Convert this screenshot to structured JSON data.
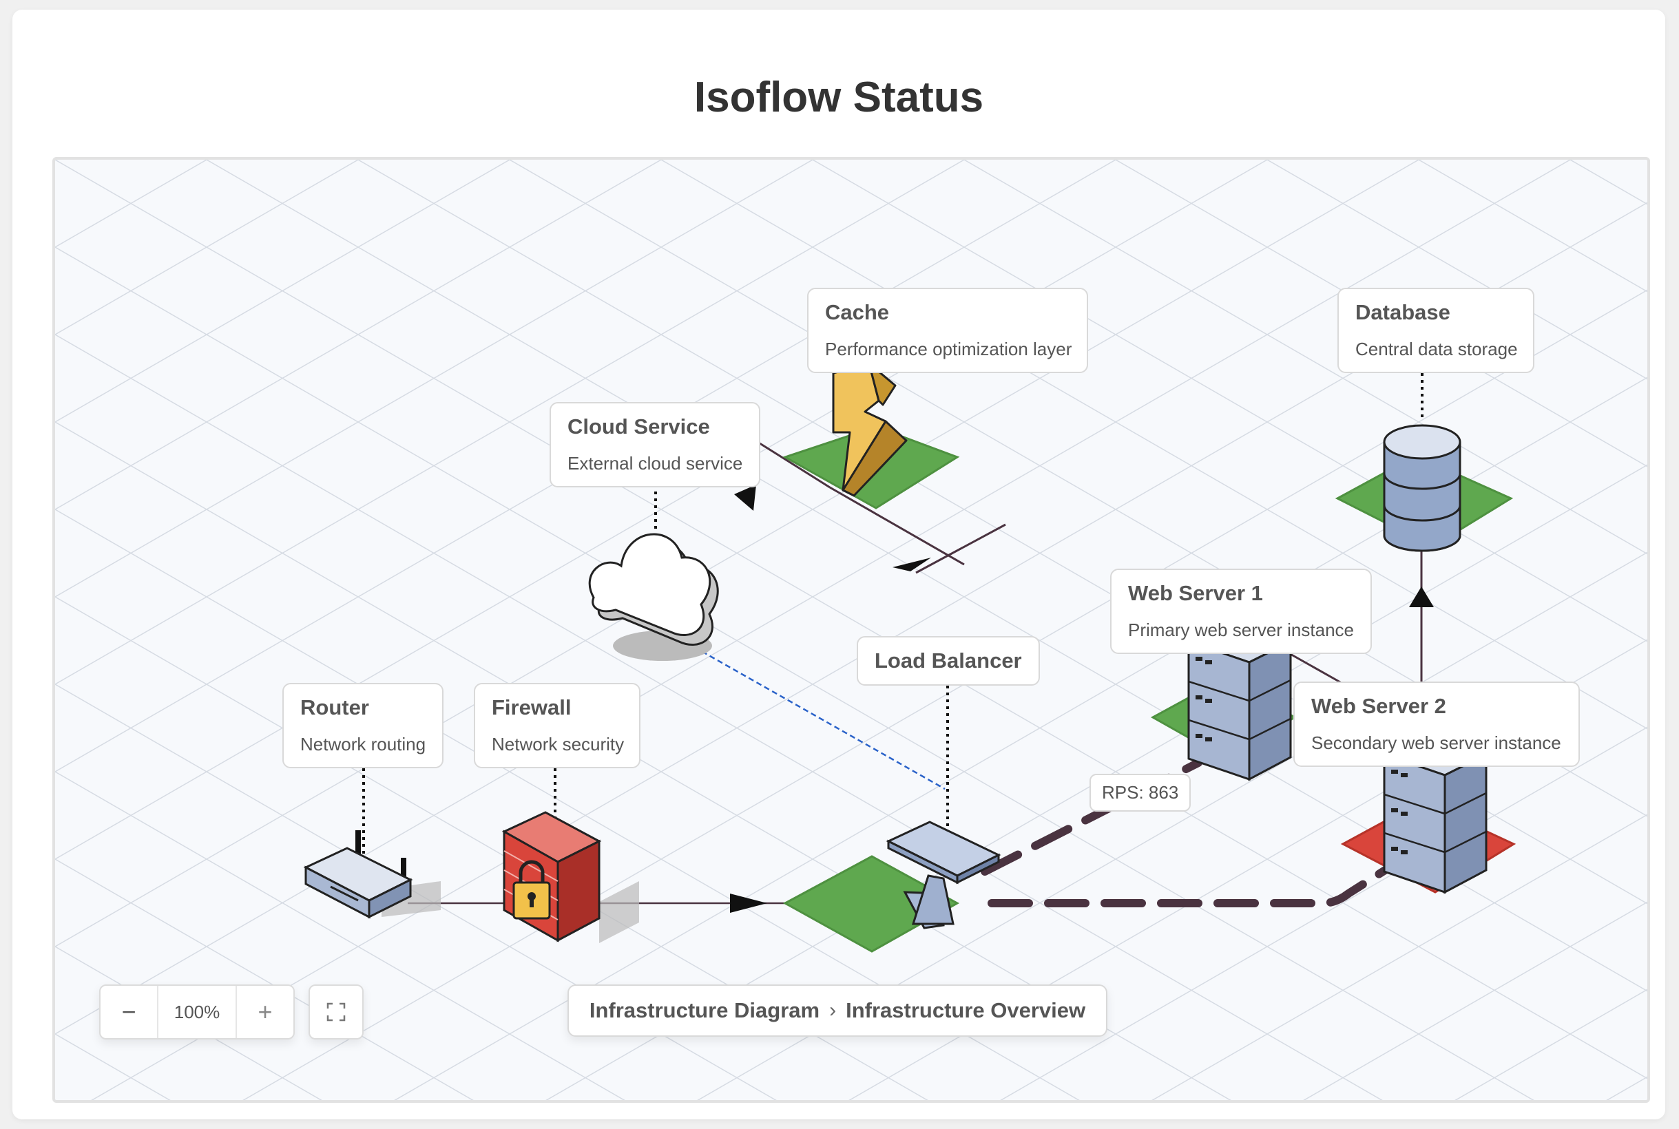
{
  "page": {
    "title": "Isoflow Status"
  },
  "nodes": {
    "cache": {
      "title": "Cache",
      "subtitle": "Performance optimization layer",
      "icon": "lightning-icon",
      "tile_color": "#5fa84f"
    },
    "database": {
      "title": "Database",
      "subtitle": "Central data storage",
      "icon": "database-icon",
      "tile_color": "#5fa84f"
    },
    "cloud": {
      "title": "Cloud Service",
      "subtitle": "External cloud service",
      "icon": "cloud-icon"
    },
    "web1": {
      "title": "Web Server 1",
      "subtitle": "Primary web server instance",
      "icon": "server-icon",
      "tile_color": "#5fa84f"
    },
    "web2": {
      "title": "Web Server 2",
      "subtitle": "Secondary web server instance",
      "icon": "server-icon",
      "tile_color": "#d9453b"
    },
    "load_balancer": {
      "title": "Load Balancer",
      "icon": "load-balancer-icon",
      "tile_color": "#5fa84f"
    },
    "router": {
      "title": "Router",
      "subtitle": "Network routing",
      "icon": "router-icon"
    },
    "firewall": {
      "title": "Firewall",
      "subtitle": "Network security",
      "icon": "firewall-icon"
    }
  },
  "connections": {
    "rps_label": "RPS: 863"
  },
  "controls": {
    "zoom_out": "−",
    "zoom_level": "100%",
    "zoom_in": "+",
    "fullscreen_icon": "fullscreen-icon"
  },
  "breadcrumb": {
    "items": [
      "Infrastructure Diagram",
      "Infrastructure Overview"
    ],
    "separator": "›"
  },
  "colors": {
    "tile_green": "#5fa84f",
    "tile_red": "#d9453b",
    "server_blue": "#b7c4dc",
    "connection_dark": "#4a3340",
    "cloud_link": "#2a62c9"
  }
}
